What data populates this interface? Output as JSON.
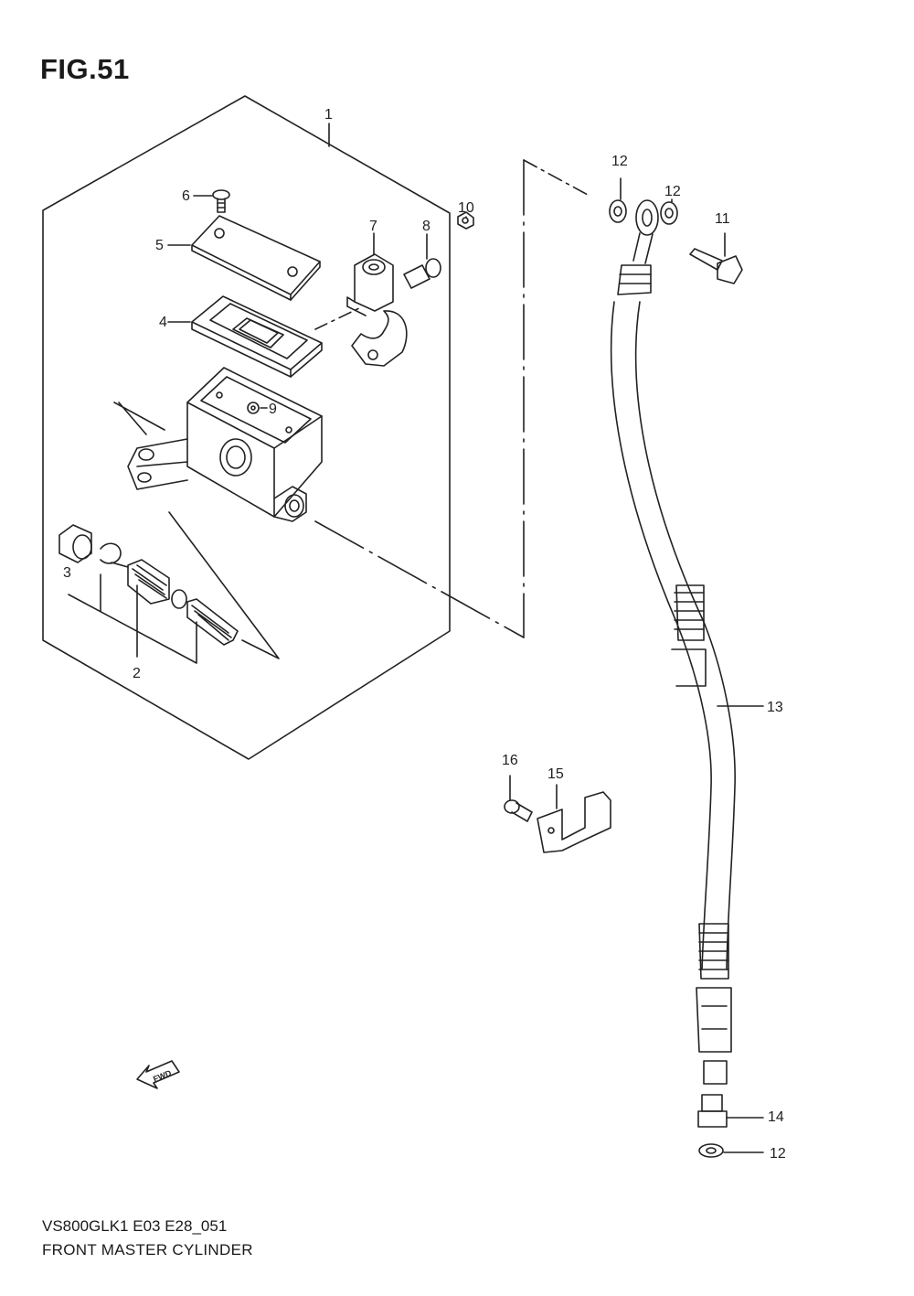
{
  "figure": {
    "title": "FIG.51",
    "model_code": "VS800GLK1 E03 E28_051",
    "caption": "FRONT MASTER CYLINDER"
  },
  "callouts": {
    "c1": "1",
    "c2": "2",
    "c3": "3",
    "c4": "4",
    "c5": "5",
    "c6": "6",
    "c7": "7",
    "c8": "8",
    "c9": "9",
    "c10": "10",
    "c11": "11",
    "c12a": "12",
    "c12b": "12",
    "c12c": "12",
    "c13": "13",
    "c14": "14",
    "c15": "15",
    "c16": "16"
  },
  "fwd_arrow_label": "FWD"
}
